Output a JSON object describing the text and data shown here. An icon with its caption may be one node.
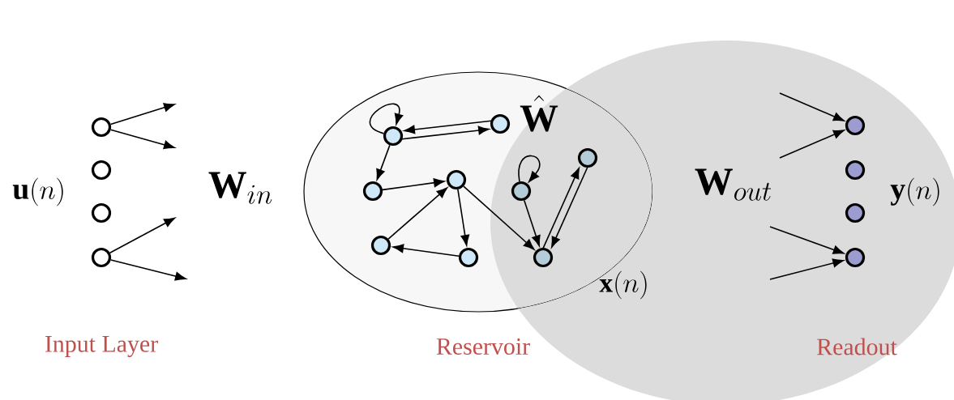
{
  "diagram": {
    "nodes": [
      {
        "text": [],
        "shape": "circle"
      },
      {
        "text": [],
        "shape": "circle"
      },
      {
        "text": [],
        "shape": "circle"
      },
      {
        "text": [],
        "shape": "circle"
      },
      {
        "text": [],
        "shape": "ellipse"
      },
      {
        "text": [],
        "shape": "circle",
        "in": 4
      },
      {
        "text": [],
        "shape": "circle",
        "in": 4
      },
      {
        "text": [],
        "shape": "circle",
        "in": 4
      },
      {
        "text": [],
        "shape": "circle",
        "in": 4
      },
      {
        "text": [],
        "shape": "circle",
        "in": 4
      },
      {
        "text": [],
        "shape": "circle",
        "in": 4
      },
      {
        "text": [],
        "shape": "circle",
        "in": 4
      },
      {
        "text": [],
        "shape": "circle",
        "in": 4
      },
      {
        "text": [],
        "shape": "circle",
        "in": 4
      },
      {
        "text": [],
        "shape": "circle"
      },
      {
        "text": [],
        "shape": "circle"
      },
      {
        "text": [],
        "shape": "circle"
      },
      {
        "text": [],
        "shape": "circle"
      }
    ],
    "edges": [
      {
        "from": 0,
        "to": null,
        "arrow": "to"
      },
      {
        "from": 0,
        "to": null,
        "arrow": "to"
      },
      {
        "from": 3,
        "to": null,
        "arrow": "to"
      },
      {
        "from": 3,
        "to": null,
        "arrow": "to"
      },
      {
        "from": 5,
        "to": 5,
        "arrow": "to"
      },
      {
        "from": 5,
        "to": 6,
        "arrow": "to"
      },
      {
        "from": 6,
        "to": 5,
        "arrow": "to"
      },
      {
        "from": 5,
        "to": 7,
        "arrow": "to"
      },
      {
        "from": 7,
        "to": 8,
        "arrow": "to"
      },
      {
        "from": 9,
        "to": 8,
        "arrow": "to"
      },
      {
        "from": 10,
        "to": 9,
        "arrow": "to"
      },
      {
        "from": 8,
        "to": 10,
        "arrow": "to"
      },
      {
        "from": 8,
        "to": 13,
        "arrow": "to"
      },
      {
        "from": 11,
        "to": 11,
        "arrow": "to"
      },
      {
        "from": 11,
        "to": 13,
        "arrow": "to"
      },
      {
        "from": 13,
        "to": 12,
        "arrow": "to"
      },
      {
        "from": 12,
        "to": 13,
        "arrow": "to"
      },
      {
        "from": null,
        "to": 14,
        "arrow": "to"
      },
      {
        "from": null,
        "to": 14,
        "arrow": "to"
      },
      {
        "from": null,
        "to": 17,
        "arrow": "to"
      },
      {
        "from": null,
        "to": 17,
        "arrow": "to"
      }
    ],
    "labels": [
      "\\mathbf{u}(n)",
      "\\mathbf{W}_{in}",
      "\\hat{\\mathbf{W}}",
      "\\mathbf{W}_{out}",
      "\\mathbf{y}(n)",
      "\\mathbf{x}(n)",
      "Input Layer",
      "Reservoir",
      "Readout"
    ]
  }
}
